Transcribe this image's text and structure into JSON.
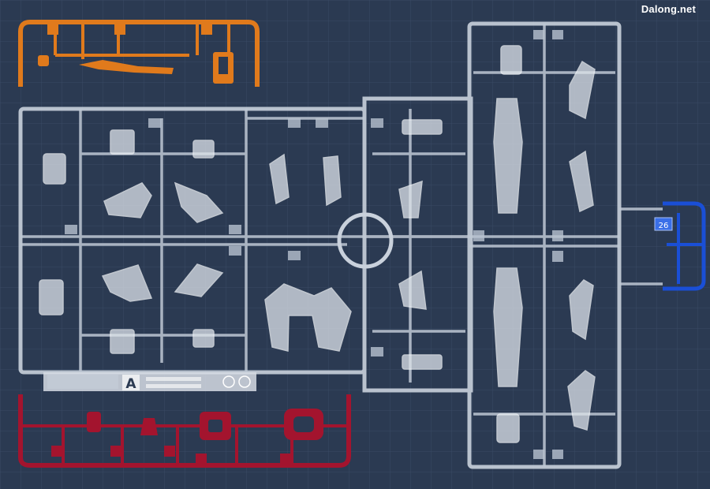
{
  "image": {
    "watermark": "Dalong.net",
    "sprue_letter": "A",
    "sprue_number_label": "26",
    "colors": {
      "background_mat": "#2b3a52",
      "clear_sprue": "#c9d1dc",
      "orange_sprue": "#e07a1c",
      "red_sprue": "#a3142e",
      "blue_sprue": "#1a4fd6"
    }
  }
}
